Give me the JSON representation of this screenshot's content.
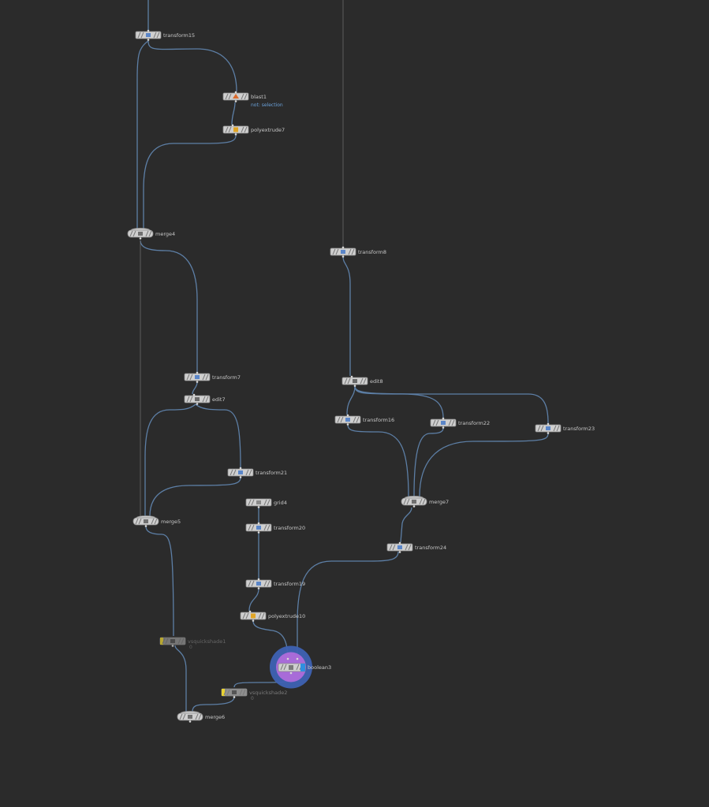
{
  "colors": {
    "background": "#2b2b2b",
    "wire": "#5d7fa6",
    "node_body": "#cfcfcf",
    "label": "#c8c8c8",
    "comment": "#6aa0d8",
    "selected_ring": "#3e62b3",
    "selected_fill": "#a86bd8",
    "display_flag": "#2f8fe0",
    "bypass_flag": "#e8d233"
  },
  "nodes": {
    "transform15": {
      "label": "transform15",
      "icon": "transform-icon"
    },
    "blast1": {
      "label": "blast1",
      "icon": "blast-icon",
      "comment": "not: selection"
    },
    "polyextrude7": {
      "label": "polyextrude7",
      "icon": "polyextrude-icon"
    },
    "merge4": {
      "label": "merge4",
      "icon": "merge-icon"
    },
    "transform8": {
      "label": "transform8",
      "icon": "transform-icon"
    },
    "transform7": {
      "label": "transform7",
      "icon": "transform-icon"
    },
    "edit7": {
      "label": "edit7",
      "icon": "edit-icon"
    },
    "edit8": {
      "label": "edit8",
      "icon": "edit-icon"
    },
    "transform16": {
      "label": "transform16",
      "icon": "transform-icon"
    },
    "transform22": {
      "label": "transform22",
      "icon": "transform-icon"
    },
    "transform23": {
      "label": "transform23",
      "icon": "transform-icon"
    },
    "transform21": {
      "label": "transform21",
      "icon": "transform-icon"
    },
    "grid4": {
      "label": "grid4",
      "icon": "grid-icon"
    },
    "merge7": {
      "label": "merge7",
      "icon": "merge-icon"
    },
    "merge5": {
      "label": "merge5",
      "icon": "merge-icon"
    },
    "transform20": {
      "label": "transform20",
      "icon": "transform-icon"
    },
    "transform24": {
      "label": "transform24",
      "icon": "transform-icon"
    },
    "transform19": {
      "label": "transform19",
      "icon": "transform-icon"
    },
    "polyextrude10": {
      "label": "polyextrude10",
      "icon": "polyextrude-icon"
    },
    "vsquickshade1": {
      "label": "vsquickshade1",
      "icon": "shader-icon",
      "comment": "0"
    },
    "boolean3": {
      "label": "boolean3",
      "icon": "boolean-icon",
      "selected": true
    },
    "vsquickshade2": {
      "label": "vsquickshade2",
      "icon": "shader-icon",
      "comment": "0"
    },
    "merge6": {
      "label": "merge6",
      "icon": "merge-icon"
    }
  }
}
